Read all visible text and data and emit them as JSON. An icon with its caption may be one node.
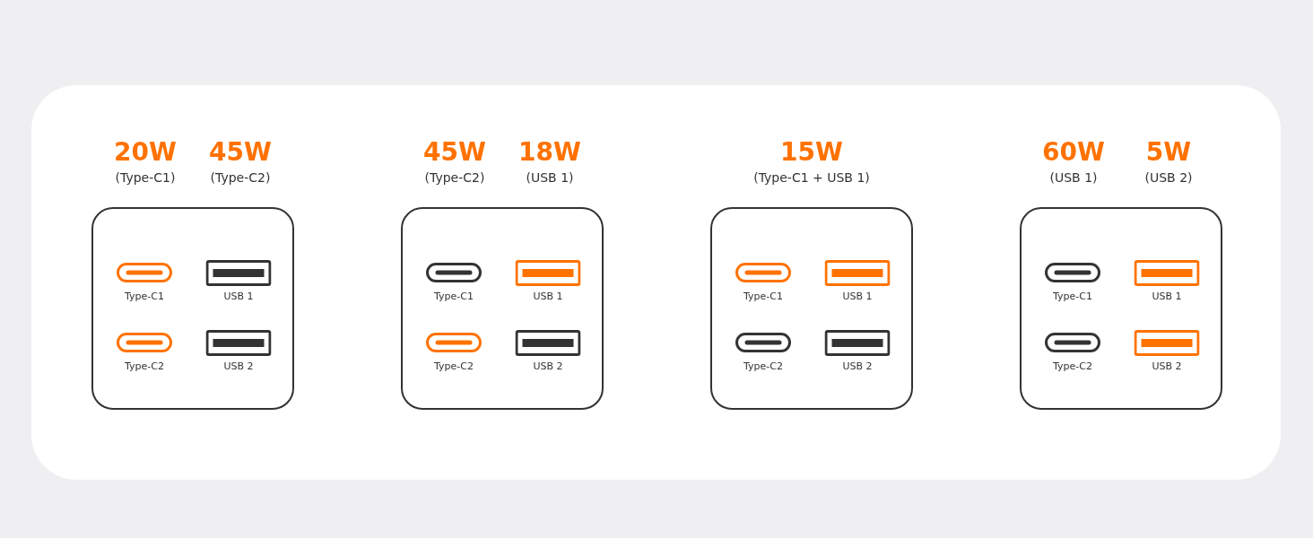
{
  "diagram": {
    "nodes": [
      {
        "text": [],
        "shape": "box",
        "beside": [
          "20W",
          "(Type-C1)",
          "45W",
          "(Type-C2)"
        ]
      },
      {
        "text": [
          "Type-C1"
        ],
        "in": 0
      },
      {
        "text": [
          "USB 1"
        ],
        "in": 0
      },
      {
        "text": [
          "Type-C2"
        ],
        "in": 0
      },
      {
        "text": [
          "USB 2"
        ],
        "in": 0
      },
      {
        "text": [],
        "shape": "box",
        "beside": [
          "45W",
          "(Type-C2)",
          "18W",
          "(USB 1)"
        ]
      },
      {
        "text": [
          "Type-C1"
        ],
        "in": 5
      },
      {
        "text": [
          "USB 1"
        ],
        "in": 5
      },
      {
        "text": [
          "Type-C2"
        ],
        "in": 5
      },
      {
        "text": [
          "USB 2"
        ],
        "in": 5
      },
      {
        "text": [],
        "shape": "box",
        "beside": [
          "15W",
          "(Type-C1 + USB 1)"
        ]
      },
      {
        "text": [
          "Type-C1"
        ],
        "in": 10
      },
      {
        "text": [
          "USB 1"
        ],
        "in": 10
      },
      {
        "text": [
          "Type-C2"
        ],
        "in": 10
      },
      {
        "text": [
          "USB 2"
        ],
        "in": 10
      },
      {
        "text": [],
        "shape": "box",
        "beside": [
          "60W",
          "(USB 1)",
          "5W",
          "(USB 2)"
        ]
      },
      {
        "text": [
          "Type-C1"
        ],
        "in": 15
      },
      {
        "text": [
          "USB 1"
        ],
        "in": 15
      },
      {
        "text": [
          "Type-C2"
        ],
        "in": 15
      },
      {
        "text": [
          "USB 2"
        ],
        "in": 15
      }
    ]
  }
}
